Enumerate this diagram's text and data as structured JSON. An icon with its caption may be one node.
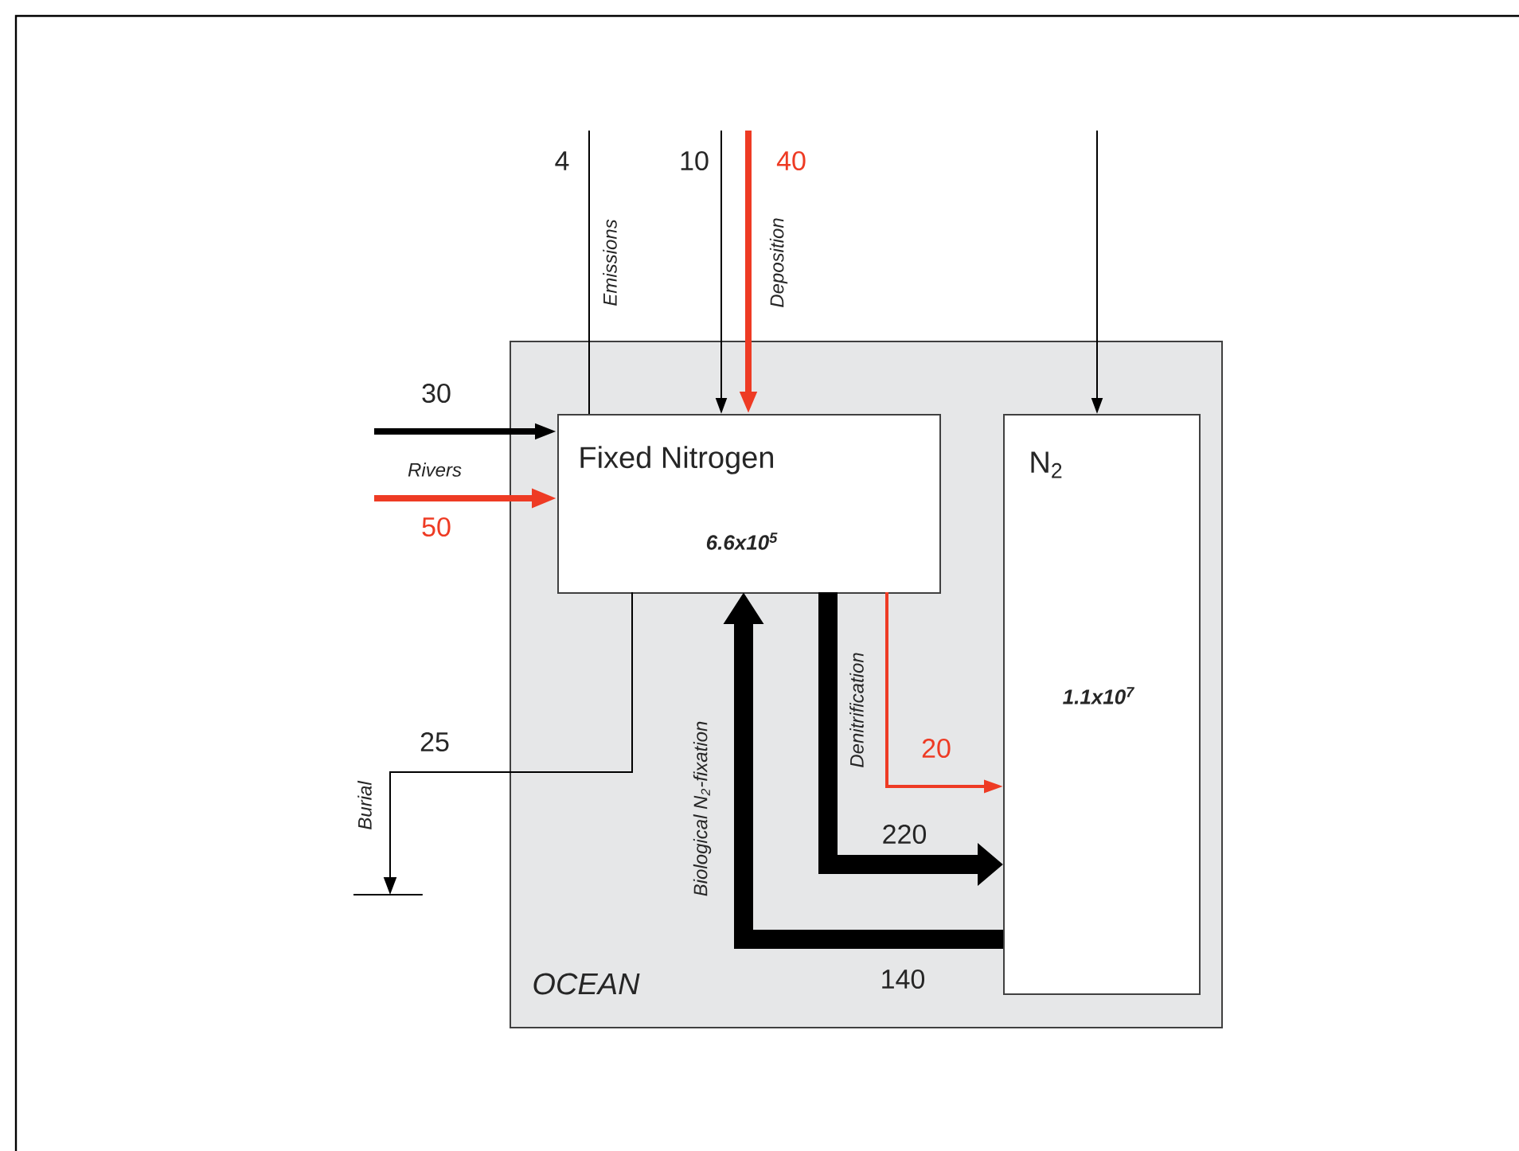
{
  "diagram": {
    "nodes": [
      {
        "text": [
          "OCEAN"
        ]
      },
      {
        "text": [
          "Fixed Nitrogen",
          "6.6x10$^{5}$"
        ],
        "in": 0
      },
      {
        "text": [
          "N$_{2}$",
          "1.1x10$^{7}$"
        ],
        "in": 0
      },
      {
        "text": [],
        "shape": "bar"
      }
    ],
    "edges": [
      {
        "from": null,
        "to": 1,
        "arrow": "none",
        "label": "4"
      },
      {
        "from": null,
        "to": 1,
        "arrow": "to",
        "label": "10"
      },
      {
        "from": null,
        "to": 1,
        "arrow": "to",
        "label": "40",
        "style": "thick",
        "color": "#ee3b24"
      },
      {
        "from": null,
        "to": 2,
        "arrow": "to"
      },
      {
        "from": null,
        "to": 1,
        "arrow": "to",
        "label": "30",
        "style": "thick"
      },
      {
        "from": null,
        "to": 1,
        "arrow": "to",
        "label": "50",
        "style": "thick",
        "color": "#ee3b24"
      },
      {
        "from": 1,
        "to": 3,
        "arrow": "to",
        "label": "25"
      },
      {
        "from": 1,
        "to": 2,
        "arrow": "to",
        "label": "20",
        "color": "#ee3b24"
      },
      {
        "from": 1,
        "to": 2,
        "arrow": "to",
        "label": "220",
        "style": "thick"
      },
      {
        "from": 2,
        "to": 1,
        "arrow": "to",
        "label": "140",
        "style": "thick"
      }
    ],
    "labels": [
      "Emissions",
      "Deposition",
      "Rivers",
      "Burial",
      "Denitrification",
      "Biological N$_{2}$-fixation"
    ]
  }
}
